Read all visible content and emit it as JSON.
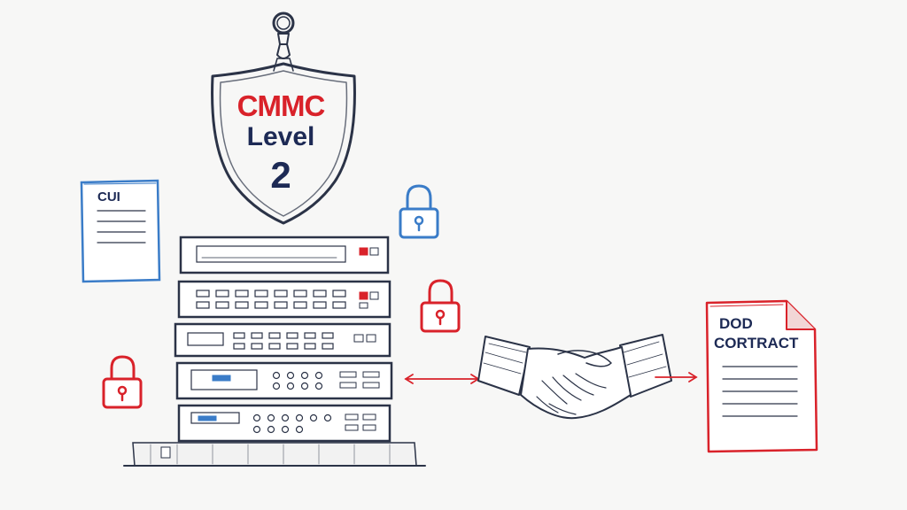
{
  "shield": {
    "title": "CMMC",
    "level_word": "Level",
    "level_number": "2"
  },
  "cui_document": {
    "label": "CUI"
  },
  "contract_document": {
    "line1": "DOD",
    "line2": "CORTRACT"
  },
  "colors": {
    "ink": "#2b3347",
    "red": "#d9222a",
    "blue": "#3a7cc8",
    "navy": "#1d2a55",
    "background": "#f7f7f6"
  },
  "icons": [
    "shield-icon",
    "document-icon",
    "lock-icon",
    "server-rack-icon",
    "handshake-icon",
    "arrow-icon"
  ]
}
